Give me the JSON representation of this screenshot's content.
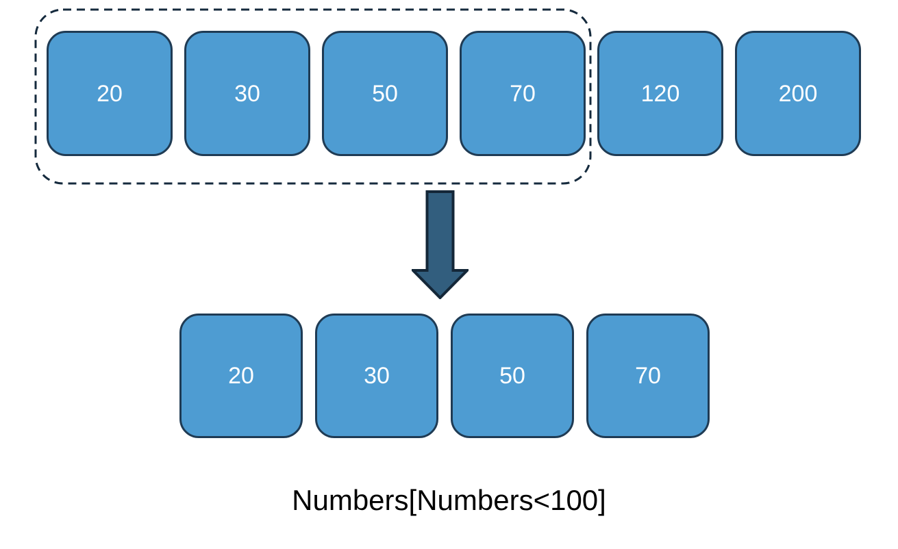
{
  "caption": "Numbers[Numbers<100]",
  "source_row": {
    "items": [
      "20",
      "30",
      "50",
      "70",
      "120",
      "200"
    ]
  },
  "selection": {
    "style": "dashed-rounded-outline",
    "encloses_first_n_items": 4
  },
  "filtered_row": {
    "items": [
      "20",
      "30",
      "50",
      "70"
    ]
  },
  "icons": {
    "arrow": "down-block-arrow"
  },
  "colors": {
    "background": "#FFFFFF",
    "box_fill": "#4E9CD2",
    "box_border": "#1F3B54",
    "box_text": "#FFFFFF",
    "dashed_border": "#152A3D",
    "arrow_fill": "#325E7E",
    "arrow_border": "#142738",
    "caption_text": "#000000"
  }
}
